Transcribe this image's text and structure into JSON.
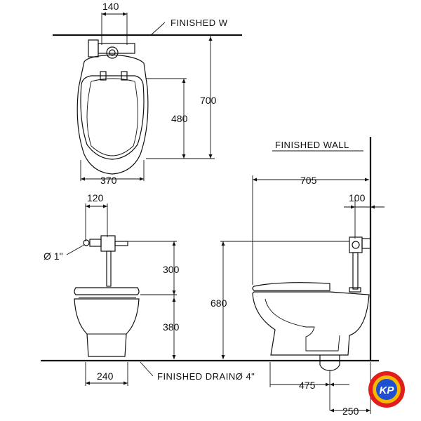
{
  "labels": {
    "finished_wall_top": "FINISHED   W",
    "finished_wall_side": "FINISHED  WALL",
    "finished_drain": "FINISHED DRAINØ 4\""
  },
  "dimensions": {
    "top_width_140": "140",
    "top_depth_700": "700",
    "top_seat_480": "480",
    "top_width_370": "370",
    "front_offset_120": "120",
    "front_inlet_dia": "Ø 1\"",
    "front_height_300": "300",
    "front_height_380": "380",
    "front_width_240": "240",
    "side_depth_705": "705",
    "side_offset_100": "100",
    "side_height_680": "680",
    "side_drain_475": "475",
    "side_drain_250": "250"
  },
  "logo": {
    "text": "KP",
    "colors": [
      "#e11d1d",
      "#f5b700",
      "#1f4fd1"
    ]
  }
}
